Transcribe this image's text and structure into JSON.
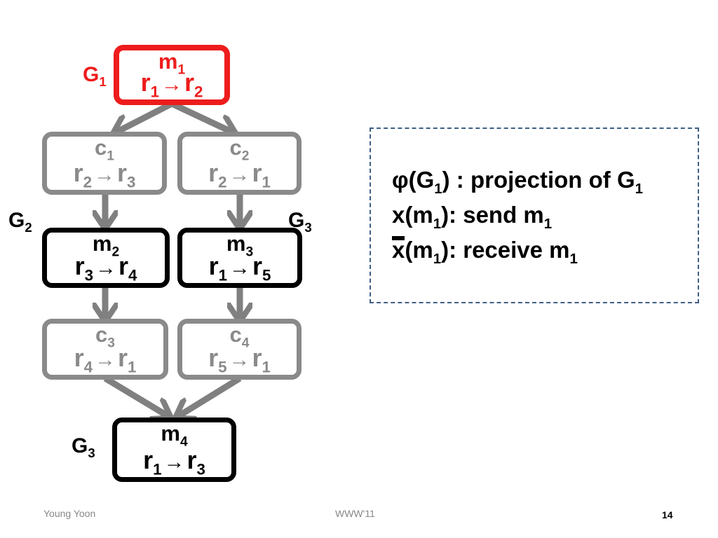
{
  "groups": {
    "g1": {
      "base": "G",
      "sub": "1"
    },
    "g2": {
      "base": "G",
      "sub": "2"
    },
    "g3a": {
      "base": "G",
      "sub": "3"
    },
    "g3b": {
      "base": "G",
      "sub": "3"
    }
  },
  "arrow_glyph": "→",
  "boxes": {
    "m1": {
      "name": "m",
      "name_sub": "1",
      "from": "r",
      "from_sub": "1",
      "to": "r",
      "to_sub": "2"
    },
    "c1": {
      "name": "c",
      "name_sub": "1",
      "from": "r",
      "from_sub": "2",
      "to": "r",
      "to_sub": "3"
    },
    "c2": {
      "name": "c",
      "name_sub": "2",
      "from": "r",
      "from_sub": "2",
      "to": "r",
      "to_sub": "1"
    },
    "m2": {
      "name": "m",
      "name_sub": "2",
      "from": "r",
      "from_sub": "3",
      "to": "r",
      "to_sub": "4"
    },
    "m3": {
      "name": "m",
      "name_sub": "3",
      "from": "r",
      "from_sub": "1",
      "to": "r",
      "to_sub": "5"
    },
    "c3": {
      "name": "c",
      "name_sub": "3",
      "from": "r",
      "from_sub": "4",
      "to": "r",
      "to_sub": "1"
    },
    "c4": {
      "name": "c",
      "name_sub": "4",
      "from": "r",
      "from_sub": "5",
      "to": "r",
      "to_sub": "1"
    },
    "m4": {
      "name": "m",
      "name_sub": "4",
      "from": "r",
      "from_sub": "1",
      "to": "r",
      "to_sub": "3"
    }
  },
  "legend": {
    "line1": {
      "a": "φ(G",
      "a_sub": "1",
      "b": ") : projection of G",
      "b_sub": "1"
    },
    "line2": {
      "a": "x(m",
      "a_sub": "1",
      "b": "): send m",
      "b_sub": "1"
    },
    "line3": {
      "x": "x",
      "a": "(m",
      "a_sub": "1",
      "b": "): receive m",
      "b_sub": "1"
    }
  },
  "colors": {
    "highlight": "#ee1c1c",
    "active": "#000000",
    "inactive": "#8a8a8a",
    "legend_border": "#3f5f85"
  },
  "footer": {
    "author": "Young Yoon",
    "venue": "WWW'11",
    "page": "14"
  }
}
